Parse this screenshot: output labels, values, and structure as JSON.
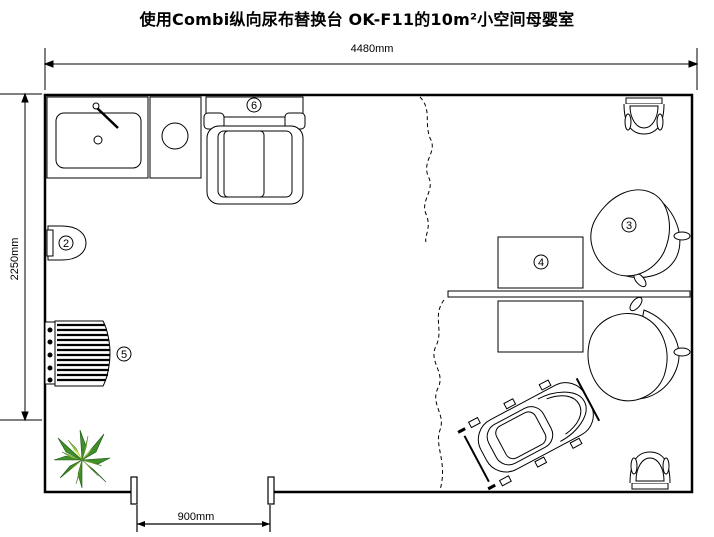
{
  "title": "使用Combi纵向尿布替换台 OK-F11的10m²小空间母婴室",
  "dimensions": {
    "width": "4480mm",
    "depth": "2250mm",
    "door": "900mm"
  },
  "markers": [
    "2",
    "3",
    "4",
    "5",
    "6"
  ]
}
